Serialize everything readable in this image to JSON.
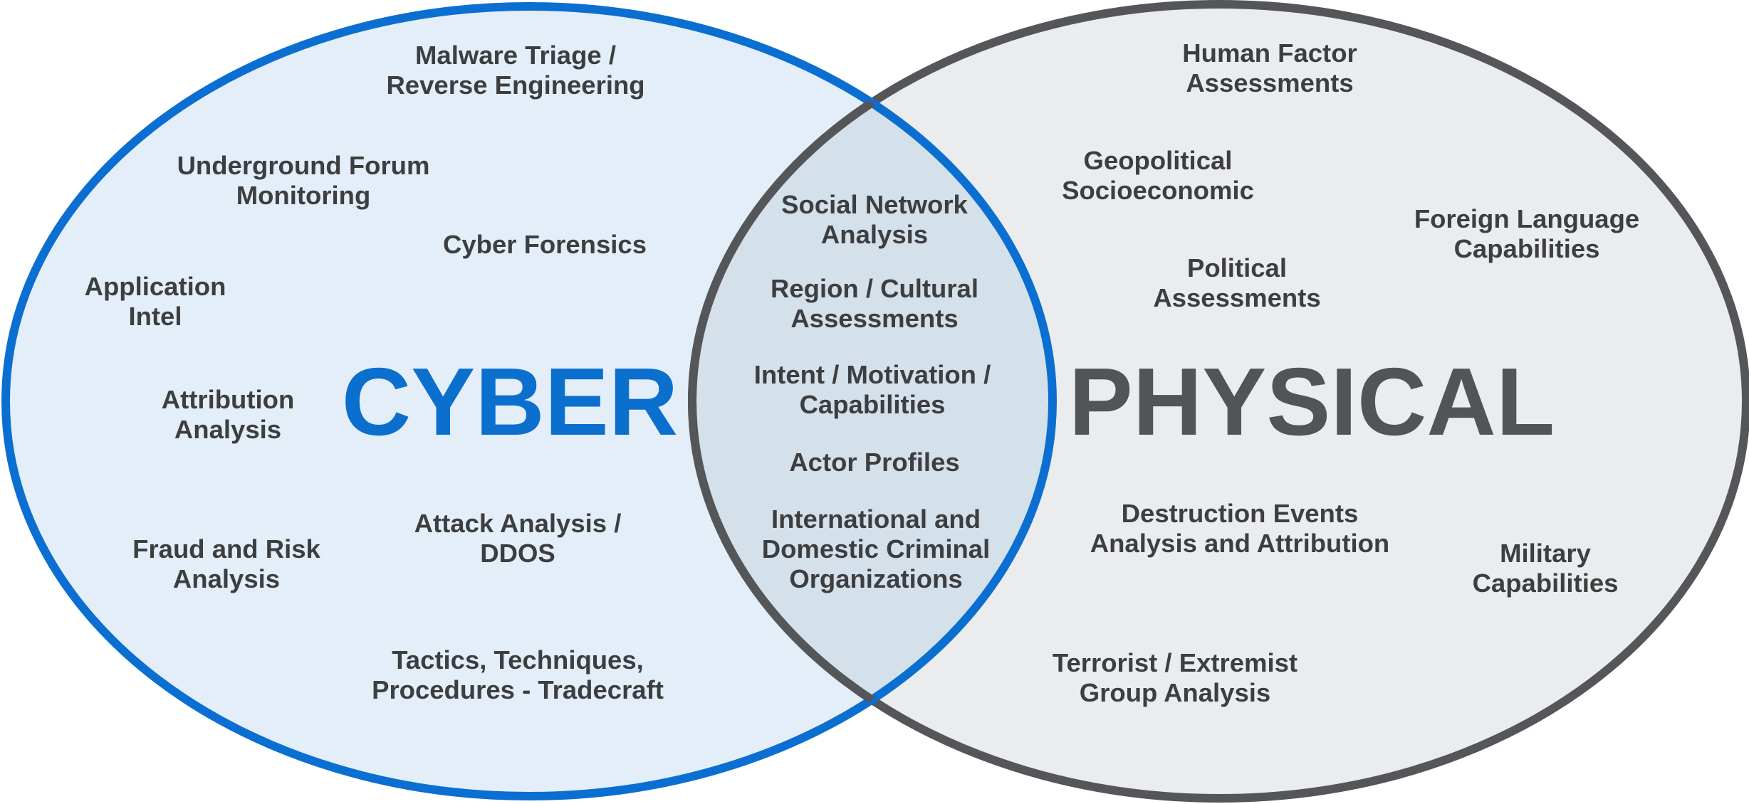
{
  "colors": {
    "cyber_stroke": "#0a6fd1",
    "cyber_fill": "#e3eef8",
    "physical_stroke": "#545659",
    "physical_fill": "#ebeced",
    "overlap_fill": "#d4e0ea",
    "cyber_title": "#0b6fce",
    "physical_title": "#525458",
    "label_text": "#3d3e40"
  },
  "cyber": {
    "title": "CYBER",
    "items": [
      {
        "lines": [
          "Malware Triage /",
          "Reverse Engineering"
        ]
      },
      {
        "lines": [
          "Underground Forum",
          "Monitoring"
        ]
      },
      {
        "lines": [
          "Cyber Forensics"
        ]
      },
      {
        "lines": [
          "Application",
          "Intel"
        ]
      },
      {
        "lines": [
          "Attribution",
          "Analysis"
        ]
      },
      {
        "lines": [
          "Fraud and Risk",
          "Analysis"
        ]
      },
      {
        "lines": [
          "Attack Analysis /",
          "DDOS"
        ]
      },
      {
        "lines": [
          "Tactics, Techniques,",
          "Procedures - Tradecraft"
        ]
      }
    ]
  },
  "overlap": {
    "items": [
      {
        "lines": [
          "Social Network",
          "Analysis"
        ]
      },
      {
        "lines": [
          "Region / Cultural",
          "Assessments"
        ]
      },
      {
        "lines": [
          "Intent / Motivation /",
          "Capabilities"
        ]
      },
      {
        "lines": [
          "Actor Profiles"
        ]
      },
      {
        "lines": [
          "International and",
          "Domestic Criminal",
          "Organizations"
        ]
      }
    ]
  },
  "physical": {
    "title": "PHYSICAL",
    "items": [
      {
        "lines": [
          "Human Factor",
          "Assessments"
        ]
      },
      {
        "lines": [
          "Geopolitical",
          "Socioeconomic"
        ]
      },
      {
        "lines": [
          "Foreign Language",
          "Capabilities"
        ]
      },
      {
        "lines": [
          "Political",
          "Assessments"
        ]
      },
      {
        "lines": [
          "Destruction Events",
          "Analysis and Attribution"
        ]
      },
      {
        "lines": [
          "Military",
          "Capabilities"
        ]
      },
      {
        "lines": [
          "Terrorist / Extremist",
          "Group Analysis"
        ]
      }
    ]
  }
}
